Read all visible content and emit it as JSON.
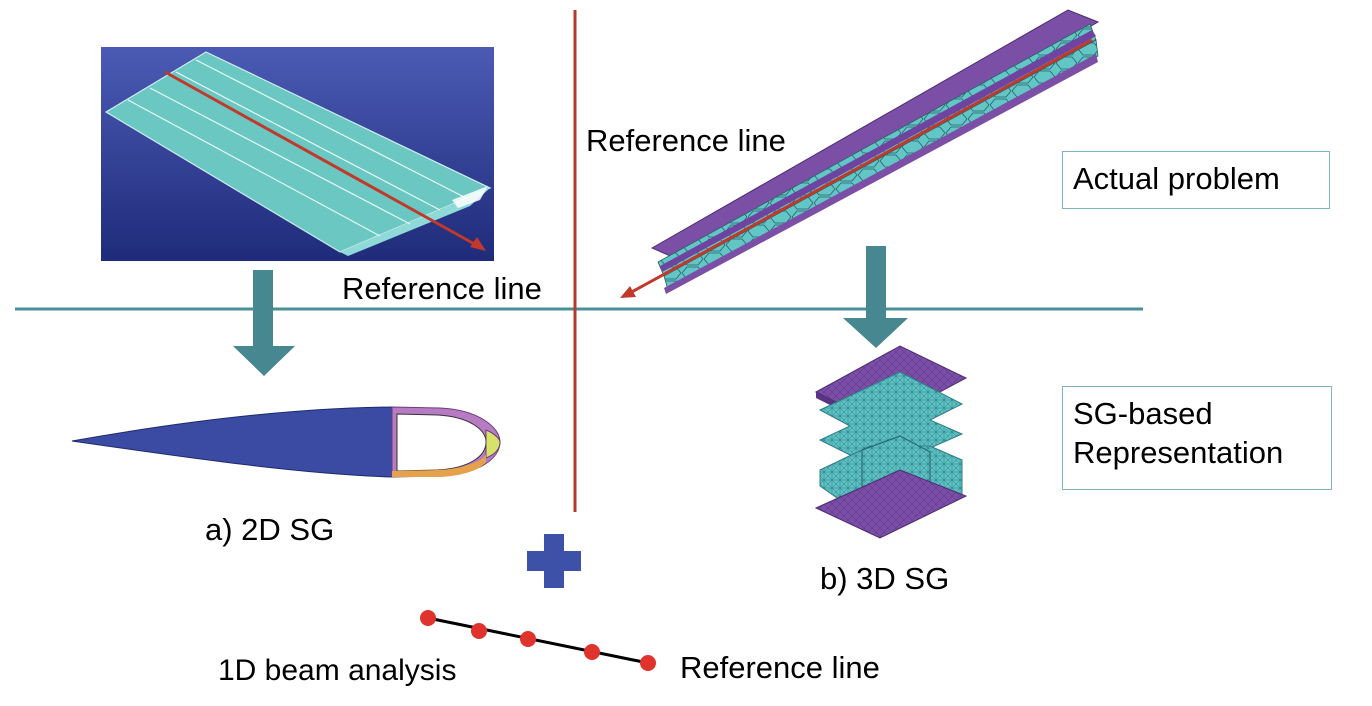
{
  "labels": {
    "ref_line_top": "Reference line",
    "ref_line_mid": "Reference line",
    "ref_line_bottom": "Reference line",
    "sg_2d": "a) 2D SG",
    "sg_3d": "b) 3D SG",
    "beam_1d": "1D beam analysis"
  },
  "boxes": {
    "actual_problem": "Actual problem",
    "sg_based_line1": "SG-based",
    "sg_based_line2": "Representation"
  },
  "colors": {
    "axis_line_teal": "#4a8f98",
    "axis_line_red": "#b33a2c",
    "arrow_teal": "#468790",
    "wing_panel_bg": "#3a4aa0",
    "wing_surface": "#5fc1be",
    "cross_section_fill": "#3b4ba3",
    "sg_purple": "#7b4fa6",
    "sg_cyan": "#5bc4c4",
    "plus_blue": "#3d51a8",
    "beam_node_red": "#e0332d"
  }
}
